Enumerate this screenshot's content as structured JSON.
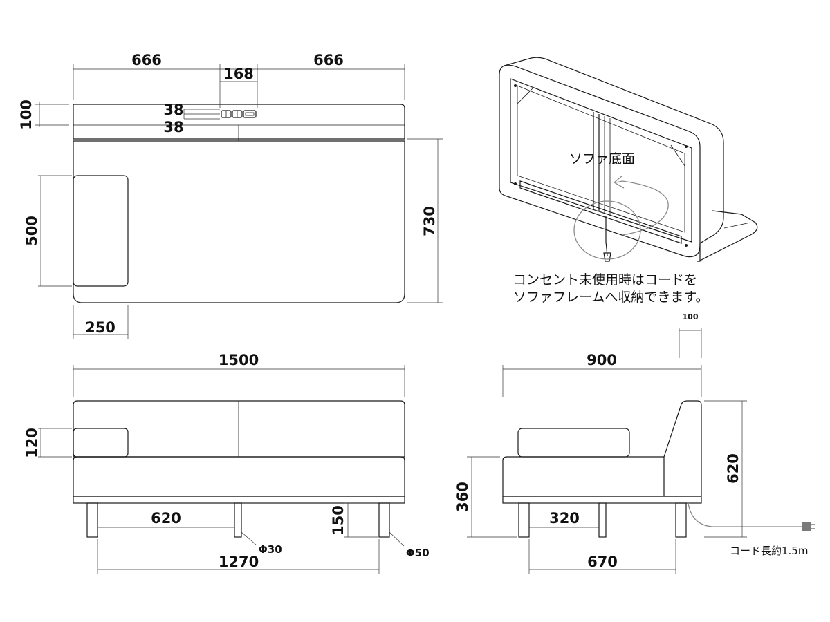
{
  "top_view": {
    "dims": {
      "left_width": "666",
      "center_width": "168",
      "right_width": "666",
      "back_depth": "100",
      "outlet_gap_top": "38",
      "outlet_gap_bottom": "38",
      "seat_depth": "730",
      "cushion_length": "500",
      "cushion_width": "250"
    }
  },
  "iso_view": {
    "bottom_label": "ソファ底面",
    "note_line1": "コンセント未使用時はコードを",
    "note_line2": "ソファフレームへ収納できます。"
  },
  "front_view": {
    "dims": {
      "total_width": "1500",
      "pillow_height": "120",
      "leg_inner_span": "620",
      "leg_height": "150",
      "leg_outer_span": "1270",
      "inner_leg_dia": "Φ30",
      "outer_leg_dia": "Φ50"
    }
  },
  "side_view": {
    "dims": {
      "backrest_thickness": "100",
      "total_depth": "900",
      "total_height": "620",
      "seat_height": "360",
      "leg_inner_span": "320",
      "leg_outer_span": "670"
    },
    "cord_label": "コード長約1.5m"
  }
}
